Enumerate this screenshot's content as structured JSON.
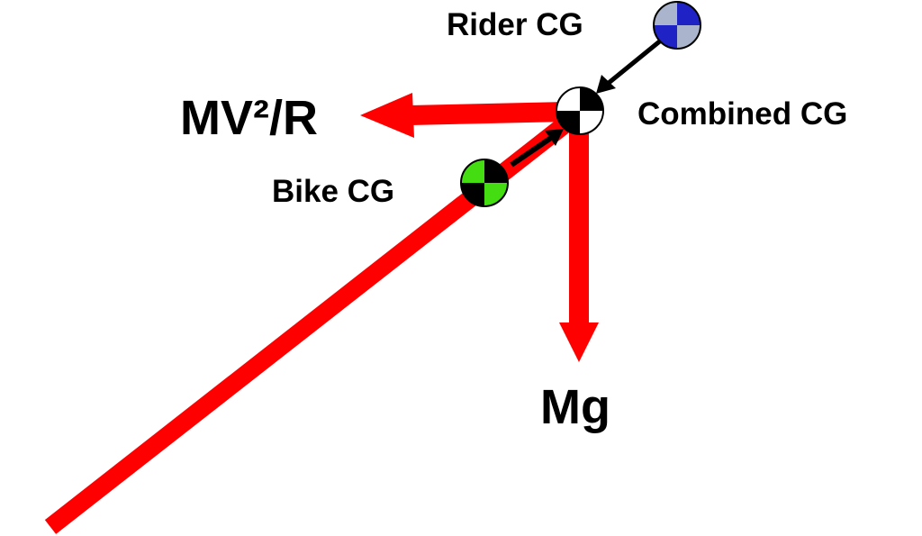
{
  "labels": {
    "rider_cg": "Rider CG",
    "combined_cg": "Combined CG",
    "bike_cg": "Bike CG",
    "centripetal_force": "MV²/R",
    "weight_force": "Mg"
  },
  "colors": {
    "force_red": "#ff0000",
    "bike_green": "#44dd11",
    "rider_blue": "#1f22c4",
    "rider_light": "#aab4cc",
    "black": "#000000",
    "white": "#ffffff"
  },
  "icons": {
    "rider_cg": "cg-symbol-icon",
    "combined_cg": "cg-symbol-icon",
    "bike_cg": "cg-symbol-icon"
  }
}
